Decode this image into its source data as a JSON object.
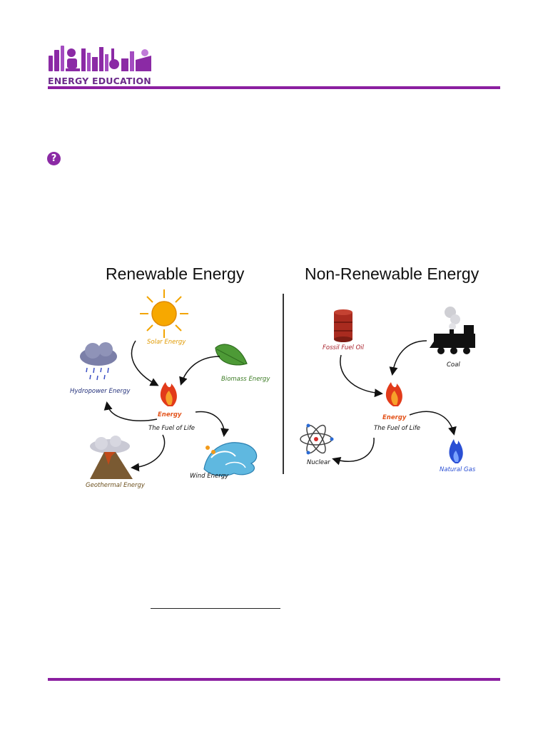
{
  "brand": {
    "name": "ENERGY EDUCATION",
    "logo_icon": "library-shelf-logo"
  },
  "help_icon": {
    "glyph": "?",
    "color": "#8b2aa5"
  },
  "accent_color": "#8b1fa0",
  "diagram": {
    "renewable": {
      "title": "Renewable Energy",
      "center_label": "Energy",
      "center_sub": "The Fuel of Life",
      "sources": [
        "Solar Energy",
        "Biomass Energy",
        "Hydropower Energy",
        "Geothermal Energy",
        "Wind Energy"
      ]
    },
    "nonrenewable": {
      "title": "Non-Renewable Energy",
      "center_label": "Energy",
      "center_sub": "The Fuel of Life",
      "sources": [
        "Fossil Fuel Oil",
        "Coal",
        "Nuclear",
        "Natural Gas"
      ]
    }
  }
}
